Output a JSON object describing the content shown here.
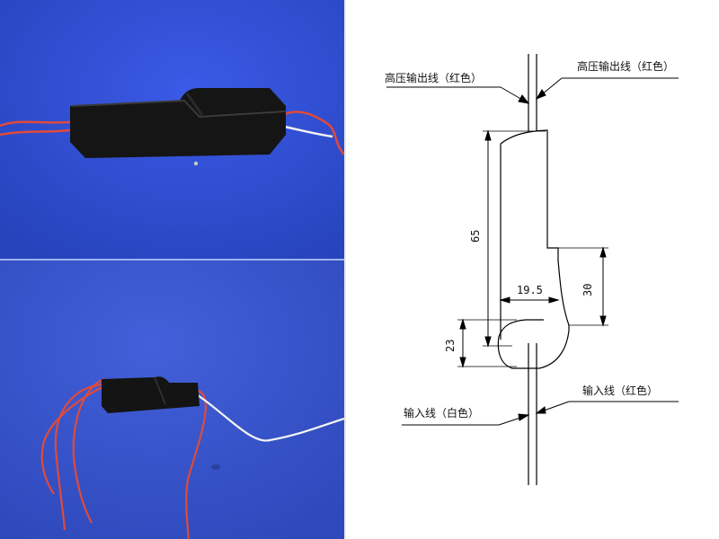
{
  "drawing": {
    "labels": {
      "hv_out_left": "高压输出线（红色）",
      "hv_out_right": "高压输出线（红色）",
      "input_white": "输入线（白色）",
      "input_red": "输入线（红色）"
    },
    "dimensions": {
      "total_length": "65",
      "width": "19.5",
      "step_height": "30",
      "base_height": "23"
    }
  },
  "colors": {
    "fabric": "#2f4fd0",
    "module": "#151515",
    "wire_red": "#e04a3a",
    "wire_white": "#f2f2f2"
  }
}
